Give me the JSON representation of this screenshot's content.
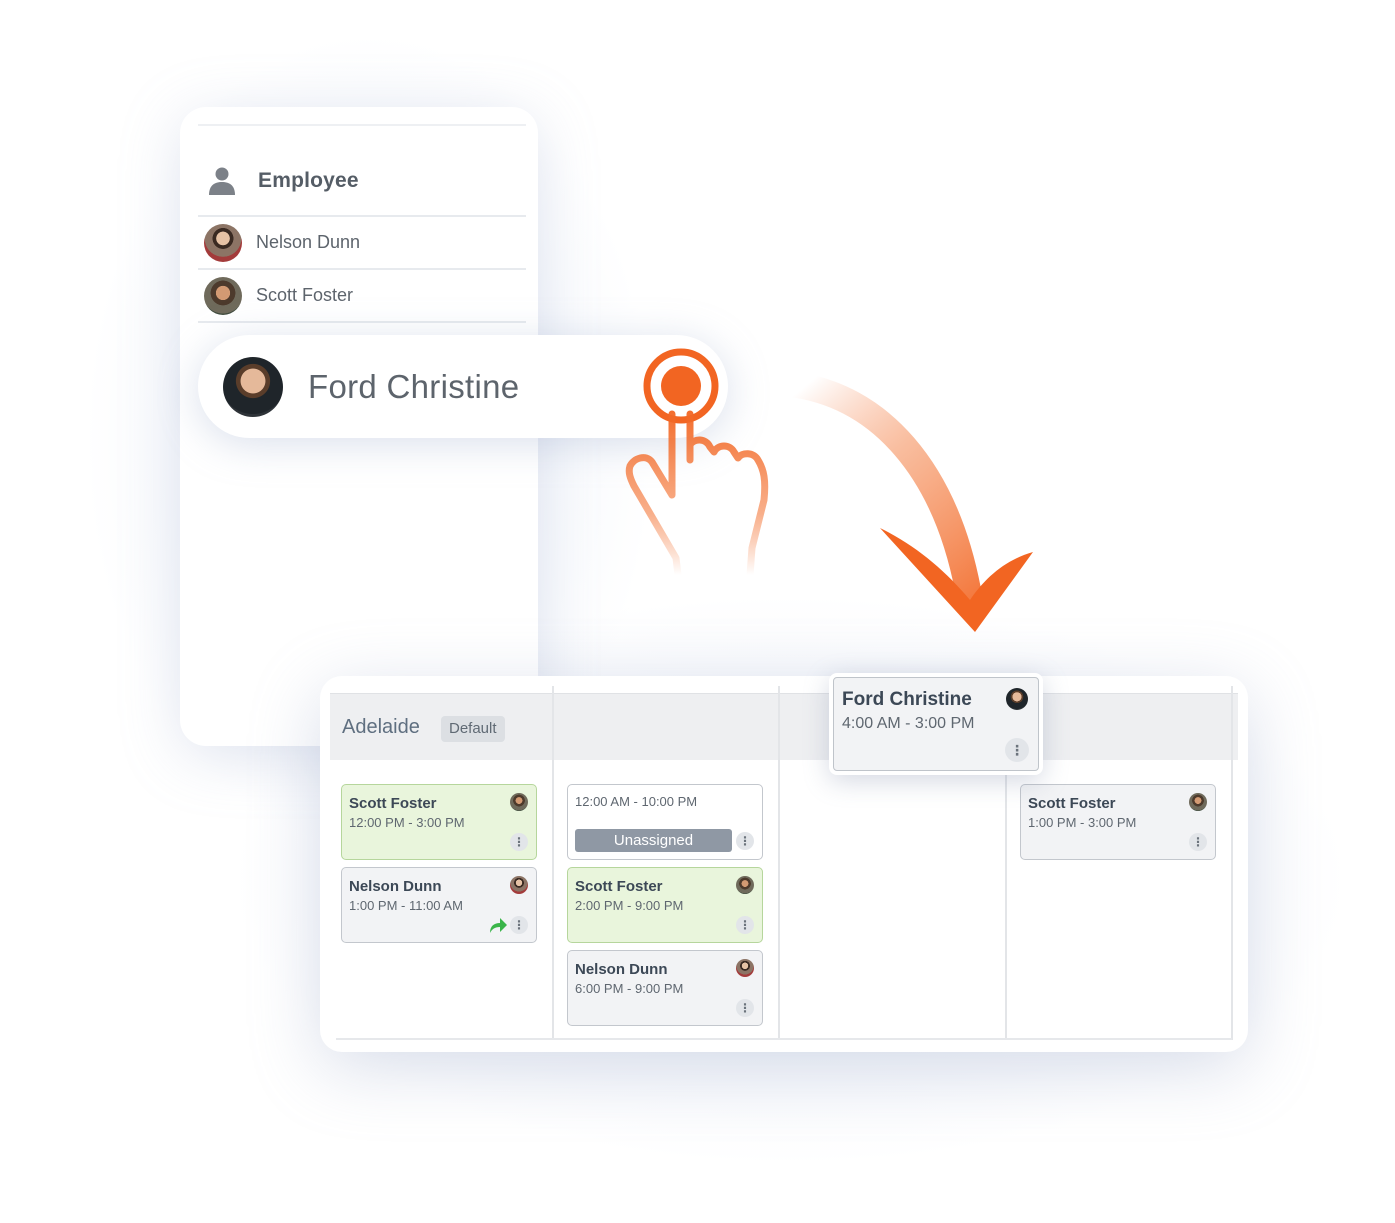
{
  "panel": {
    "header": {
      "title": "Employee",
      "icon": "person-icon"
    },
    "employees": [
      {
        "name": "Nelson Dunn"
      },
      {
        "name": "Scott Foster"
      }
    ]
  },
  "dragged_employee": {
    "name": "Ford Christine"
  },
  "accent_color": "#f26522",
  "schedule": {
    "location": {
      "name": "Adelaide",
      "badge": "Default"
    },
    "columns": [
      {
        "shifts": [
          {
            "name": "Scott Foster",
            "time": "12:00 PM - 3:00 PM",
            "style": "green",
            "menu": "⋮"
          },
          {
            "name": "Nelson Dunn",
            "time": "1:00 PM - 11:00 AM",
            "style": "grey",
            "menu": "⋮",
            "share_icon": "share-arrow-icon"
          }
        ]
      },
      {
        "shifts": [
          {
            "time": "12:00 AM - 10:00 PM",
            "status": "Unassigned",
            "style": "white",
            "menu": "⋮"
          },
          {
            "name": "Scott Foster",
            "time": "2:00 PM - 9:00 PM",
            "style": "green",
            "menu": "⋮"
          },
          {
            "name": "Nelson Dunn",
            "time": "6:00 PM - 9:00 PM",
            "style": "grey",
            "menu": "⋮"
          }
        ]
      },
      {
        "shifts": []
      },
      {
        "shifts": [
          {
            "name": "Scott Foster",
            "time": "1:00 PM - 3:00 PM",
            "style": "grey",
            "menu": "⋮"
          }
        ]
      }
    ]
  },
  "dragged_shift": {
    "name": "Ford Christine",
    "time": "4:00 AM - 3:00 PM",
    "menu": "⋮"
  }
}
